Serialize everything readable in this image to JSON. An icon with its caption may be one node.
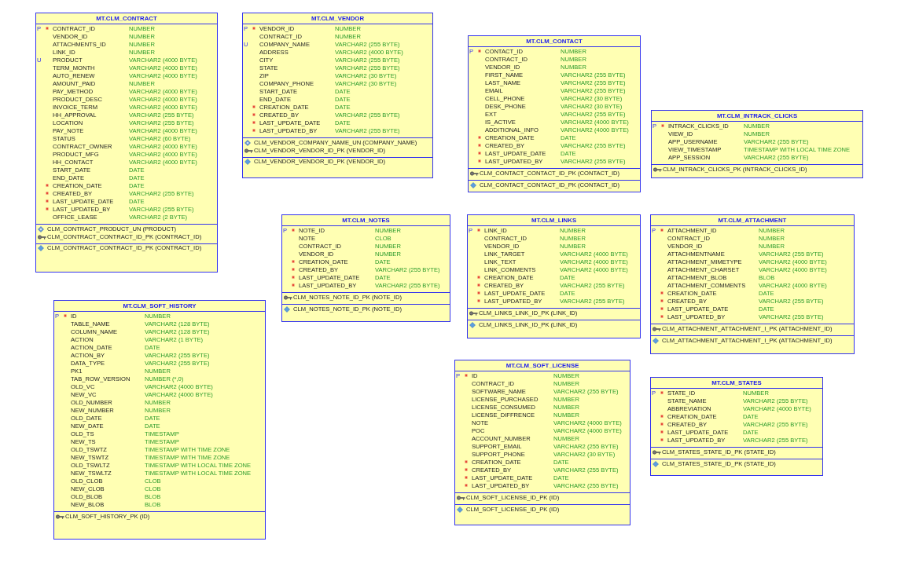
{
  "diagram": {
    "nodes": [
      {
        "text": [
          "MT.CLM_CONTRACT",
          "P",
          "CONTRACT_ID",
          "NUMBER",
          "VENDOR_ID",
          "NUMBER",
          "ATTACHMENTS_ID",
          "NUMBER",
          "LINK_ID",
          "NUMBER",
          "U",
          "PRODUCT",
          "VARCHAR2 (4000 BYTE)",
          "TERM_MONTH",
          "VARCHAR2 (4000 BYTE)",
          "AUTO_RENEW",
          "VARCHAR2 (4000 BYTE)",
          "AMOUNT_PAID",
          "NUMBER",
          "PAY_METHOD",
          "VARCHAR2 (4000 BYTE)",
          "PRODUCT_DESC",
          "VARCHAR2 (4000 BYTE)",
          "INVOICE_TERM",
          "VARCHAR2 (4000 BYTE)",
          "HH_APPROVAL",
          "VARCHAR2 (255 BYTE)",
          "LOCATION",
          "VARCHAR2 (255 BYTE)",
          "PAY_NOTE",
          "VARCHAR2 (4000 BYTE)",
          "STATUS",
          "VARCHAR2 (60 BYTE)",
          "CONTRACT_OWNER",
          "VARCHAR2 (4000 BYTE)",
          "PRODUCT_MFG",
          "VARCHAR2 (4000 BYTE)",
          "HH_CONTACT",
          "VARCHAR2 (4000 BYTE)",
          "START_DATE",
          "DATE",
          "END_DATE",
          "DATE",
          "CREATION_DATE",
          "DATE",
          "CREATED_BY",
          "VARCHAR2 (255 BYTE)",
          "LAST_UPDATE_DATE",
          "DATE",
          "LAST_UPDATED_BY",
          "VARCHAR2 (255 BYTE)",
          "OFFICE_LEASE",
          "VARCHAR2 (2 BYTE)",
          "CLM_CONTRACT_PRODUCT_UN (PRODUCT)",
          "CLM_CONTRACT_CONTRACT_ID_PK (CONTRACT_ID)",
          "CLM_CONTRACT_CONTRACT_ID_PK (CONTRACT_ID)"
        ]
      },
      {
        "text": [
          "MT.CLM_VENDOR",
          "P",
          "VENDOR_ID",
          "NUMBER",
          "CONTRACT_ID",
          "NUMBER",
          "U",
          "COMPANY_NAME",
          "VARCHAR2 (255 BYTE)",
          "ADDRESS",
          "VARCHAR2 (4000 BYTE)",
          "CITY",
          "VARCHAR2 (255 BYTE)",
          "STATE",
          "VARCHAR2 (255 BYTE)",
          "ZIP",
          "VARCHAR2 (30 BYTE)",
          "COMPANY_PHONE",
          "VARCHAR2 (30 BYTE)",
          "START_DATE",
          "DATE",
          "END_DATE",
          "DATE",
          "CREATION_DATE",
          "DATE",
          "CREATED_BY",
          "VARCHAR2 (255 BYTE)",
          "LAST_UPDATE_DATE",
          "DATE",
          "LAST_UPDATED_BY",
          "VARCHAR2 (255 BYTE)",
          "CLM_VENDOR_COMPANY_NAME_UN (COMPANY_NAME)",
          "CLM_VENDOR_VENDOR_ID_PK (VENDOR_ID)",
          "CLM_VENDOR_VENDOR_ID_PK (VENDOR_ID)"
        ]
      },
      {
        "text": [
          "MT.CLM_CONTACT",
          "P",
          "CONTACT_ID",
          "NUMBER",
          "CONTRACT_ID",
          "NUMBER",
          "VENDOR_ID",
          "NUMBER",
          "FIRST_NAME",
          "VARCHAR2 (255 BYTE)",
          "LAST_NAME",
          "VARCHAR2 (255 BYTE)",
          "EMAIL",
          "VARCHAR2 (255 BYTE)",
          "CELL_PHONE",
          "VARCHAR2 (30 BYTE)",
          "DESK_PHONE",
          "VARCHAR2 (30 BYTE)",
          "EXT",
          "VARCHAR2 (255 BYTE)",
          "IS_ACTIVE",
          "VARCHAR2 (4000 BYTE)",
          "ADDITIONAL_INFO",
          "VARCHAR2 (4000 BYTE)",
          "CREATION_DATE",
          "DATE",
          "CREATED_BY",
          "VARCHAR2 (255 BYTE)",
          "LAST_UPDATE_DATE",
          "DATE",
          "LAST_UPDATED_BY",
          "VARCHAR2 (255 BYTE)",
          "CLM_CONTACT_CONTACT_ID_PK (CONTACT_ID)",
          "CLM_CONTACT_CONTACT_ID_PK (CONTACT_ID)"
        ]
      },
      {
        "text": [
          "MT.CLM_INTRACK_CLICKS",
          "P",
          "INTRACK_CLICKS_ID",
          "NUMBER",
          "VIEW_ID",
          "NUMBER",
          "APP_USERNAME",
          "VARCHAR2 (255 BYTE)",
          "VIEW_TIMESTAMP",
          "TIMESTAMP WITH LOCAL TIME ZONE",
          "APP_SESSION",
          "VARCHAR2 (255 BYTE)",
          "CLM_INTRACK_CLICKS_PK (INTRACK_CLICKS_ID)"
        ]
      },
      {
        "text": [
          "MT.CLM_NOTES",
          "P",
          "NOTE_ID",
          "NUMBER",
          "NOTE",
          "CLOB",
          "CONTRACT_ID",
          "NUMBER",
          "VENDOR_ID",
          "NUMBER",
          "CREATION_DATE",
          "DATE",
          "CREATED_BY",
          "VARCHAR2 (255 BYTE)",
          "LAST_UPDATE_DATE",
          "DATE",
          "LAST_UPDATED_BY",
          "VARCHAR2 (255 BYTE)",
          "CLM_NOTES_NOTE_ID_PK (NOTE_ID)",
          "CLM_NOTES_NOTE_ID_PK (NOTE_ID)"
        ]
      },
      {
        "text": [
          "MT.CLM_LINKS",
          "P",
          "LINK_ID",
          "NUMBER",
          "CONTRACT_ID",
          "NUMBER",
          "VENDOR_ID",
          "NUMBER",
          "LINK_TARGET",
          "VARCHAR2 (4000 BYTE)",
          "LINK_TEXT",
          "VARCHAR2 (4000 BYTE)",
          "LINK_COMMENTS",
          "VARCHAR2 (4000 BYTE)",
          "CREATION_DATE",
          "DATE",
          "CREATED_BY",
          "VARCHAR2 (255 BYTE)",
          "LAST_UPDATE_DATE",
          "DATE",
          "LAST_UPDATED_BY",
          "VARCHAR2 (255 BYTE)",
          "CLM_LINKS_LINK_ID_PK (LINK_ID)",
          "CLM_LINKS_LINK_ID_PK (LINK_ID)"
        ]
      },
      {
        "text": [
          "MT.CLM_ATTACHMENT",
          "P",
          "ATTACHMENT_ID",
          "NUMBER",
          "CONTRACT_ID",
          "NUMBER",
          "VENDOR_ID",
          "NUMBER",
          "ATTACHMENTNAME",
          "VARCHAR2 (255 BYTE)",
          "ATTACHMENT_MIMETYPE",
          "VARCHAR2 (4000 BYTE)",
          "ATTACHMENT_CHARSET",
          "VARCHAR2 (4000 BYTE)",
          "ATTACHMENT_BLOB",
          "BLOB",
          "ATTACHMENT_COMMENTS",
          "VARCHAR2 (4000 BYTE)",
          "CREATION_DATE",
          "DATE",
          "CREATED_BY",
          "VARCHAR2 (255 BYTE)",
          "LAST_UPDATE_DATE",
          "DATE",
          "LAST_UPDATED_BY",
          "VARCHAR2 (255 BYTE)",
          "CLM_ATTACHMENT_ATTACHMENT_I_PK (ATTACHMENT_ID)",
          "CLM_ATTACHMENT_ATTACHMENT_I_PK (ATTACHMENT_ID)"
        ]
      },
      {
        "text": [
          "MT.CLM_SOFT_HISTORY",
          "P",
          "ID",
          "NUMBER",
          "TABLE_NAME",
          "VARCHAR2 (128 BYTE)",
          "COLUMN_NAME",
          "VARCHAR2 (128 BYTE)",
          "ACTION",
          "VARCHAR2 (1 BYTE)",
          "ACTION_DATE",
          "DATE",
          "ACTION_BY",
          "VARCHAR2 (255 BYTE)",
          "DATA_TYPE",
          "VARCHAR2 (255 BYTE)",
          "PK1",
          "NUMBER",
          "TAB_ROW_VERSION",
          "NUMBER (*,0)",
          "OLD_VC",
          "VARCHAR2 (4000 BYTE)",
          "NEW_VC",
          "VARCHAR2 (4000 BYTE)",
          "OLD_NUMBER",
          "NUMBER",
          "NEW_NUMBER",
          "NUMBER",
          "OLD_DATE",
          "DATE",
          "NEW_DATE",
          "DATE",
          "OLD_TS",
          "TIMESTAMP",
          "NEW_TS",
          "TIMESTAMP",
          "OLD_TSWTZ",
          "TIMESTAMP WITH TIME ZONE",
          "NEW_TSWTZ",
          "TIMESTAMP WITH TIME ZONE",
          "OLD_TSWLTZ",
          "TIMESTAMP WITH LOCAL TIME ZONE",
          "NEW_TSWLTZ",
          "TIMESTAMP WITH LOCAL TIME ZONE",
          "OLD_CLOB",
          "CLOB",
          "NEW_CLOB",
          "CLOB",
          "OLD_BLOB",
          "BLOB",
          "NEW_BLOB",
          "BLOB",
          "CLM_SOFT_HISTORY_PK (ID)"
        ]
      },
      {
        "text": [
          "MT.CLM_SOFT_LICENSE",
          "P",
          "ID",
          "NUMBER",
          "CONTRACT_ID",
          "NUMBER",
          "SOFTWARE_NAME",
          "VARCHAR2 (255 BYTE)",
          "LICENSE_PURCHASED",
          "NUMBER",
          "LICENSE_CONSUMED",
          "NUMBER",
          "LICENSE_DIFFRENCE",
          "NUMBER",
          "NOTE",
          "VARCHAR2 (4000 BYTE)",
          "POC",
          "VARCHAR2 (4000 BYTE)",
          "ACCOUNT_NUMBER",
          "NUMBER",
          "SUPPORT_EMAIL",
          "VARCHAR2 (255 BYTE)",
          "SUPPORT_PHONE",
          "VARCHAR2 (30 BYTE)",
          "CREATION_DATE",
          "DATE",
          "CREATED_BY",
          "VARCHAR2 (255 BYTE)",
          "LAST_UPDATE_DATE",
          "DATE",
          "LAST_UPDATED_BY",
          "VARCHAR2 (255 BYTE)",
          "CLM_SOFT_LICENSE_ID_PK (ID)",
          "CLM_SOFT_LICENSE_ID_PK (ID)"
        ]
      },
      {
        "text": [
          "MT.CLM_STATES",
          "P",
          "STATE_ID",
          "NUMBER",
          "STATE_NAME",
          "VARCHAR2 (255 BYTE)",
          "ABBREVIATION",
          "VARCHAR2 (4000 BYTE)",
          "CREATION_DATE",
          "DATE",
          "CREATED_BY",
          "VARCHAR2 (255 BYTE)",
          "LAST_UPDATE_DATE",
          "DATE",
          "LAST_UPDATED_BY",
          "VARCHAR2 (255 BYTE)",
          "CLM_STATES_STATE_ID_PK (STATE_ID)",
          "CLM_STATES_STATE_ID_PK (STATE_ID)"
        ]
      }
    ]
  }
}
